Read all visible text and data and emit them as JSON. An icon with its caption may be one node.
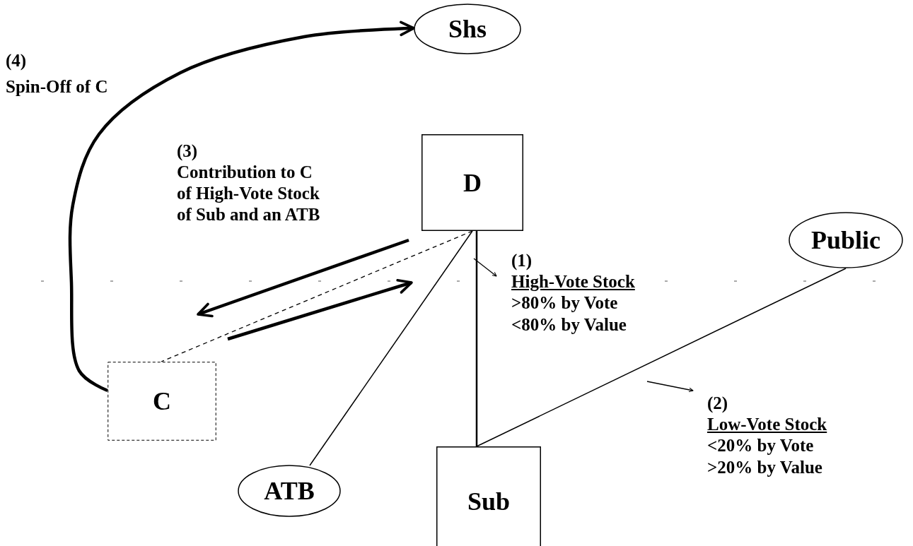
{
  "diagram": {
    "nodes": [
      {
        "text": [
          "Shs"
        ]
      },
      {
        "text": [
          "D"
        ]
      },
      {
        "text": [
          "Public"
        ]
      },
      {
        "text": [
          "C"
        ]
      },
      {
        "text": [
          "ATB"
        ]
      },
      {
        "text": [
          "Sub"
        ]
      }
    ],
    "edges": [
      {
        "from": 3,
        "to": 0,
        "arrow": "to",
        "style": "thick"
      },
      {
        "from": 1,
        "to": 3,
        "arrow": "to",
        "style": "thick"
      },
      {
        "from": 3,
        "to": 1,
        "arrow": "to",
        "style": "thick"
      },
      {
        "from": 1,
        "to": 3,
        "arrow": "none",
        "style": "dashed"
      },
      {
        "from": 1,
        "to": 4,
        "arrow": "none"
      },
      {
        "from": 1,
        "to": 5,
        "arrow": "none"
      },
      {
        "from": 2,
        "to": 5,
        "arrow": "none"
      }
    ],
    "labels": [
      "(4)",
      "Spin-Off of C",
      "(3)",
      "Contribution to C",
      "of High-Vote Stock",
      "of Sub and an ATB",
      "(1)",
      "High-Vote Stock",
      ">80% by Vote",
      "<80% by Value",
      "(2)",
      "Low-Vote Stock",
      "<20% by Vote",
      ">20% by Value"
    ]
  }
}
